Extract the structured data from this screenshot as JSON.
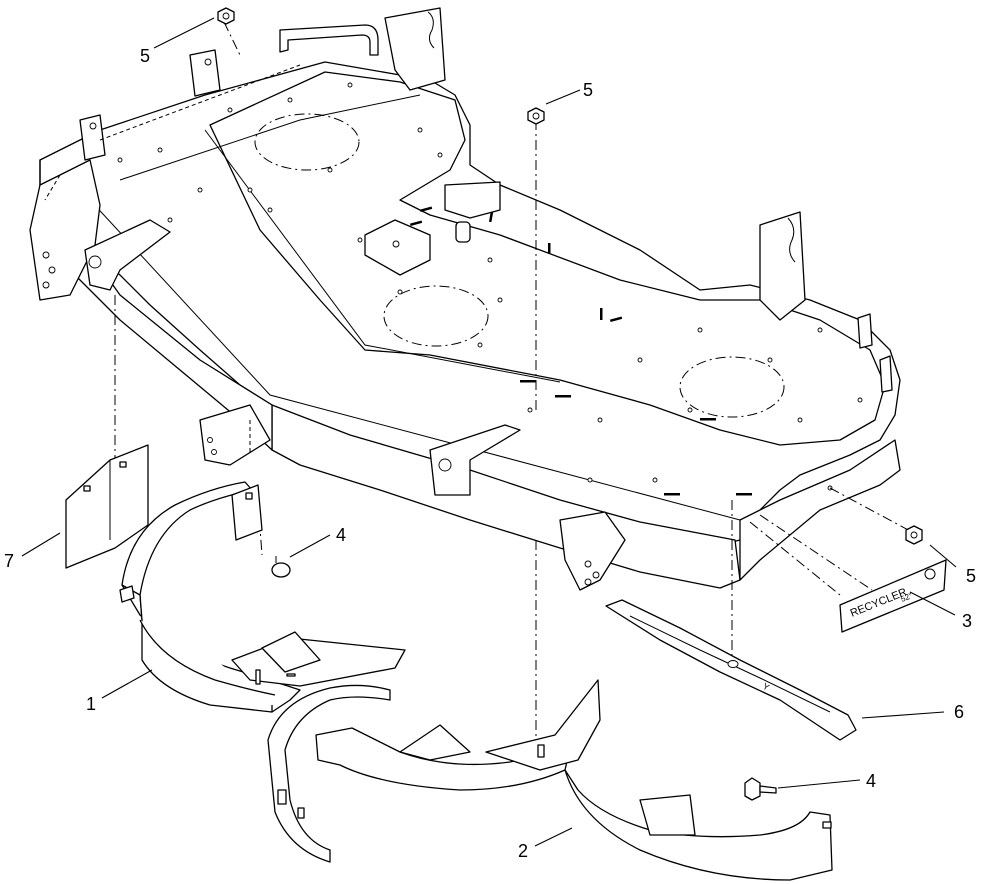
{
  "callouts": {
    "c1": "1",
    "c2": "2",
    "c3": "3",
    "c4a": "4",
    "c4b": "4",
    "c5a": "5",
    "c5b": "5",
    "c5c": "5",
    "c6": "6",
    "c7": "7"
  },
  "decal": {
    "brand": "RECYCLER",
    "size": "52\""
  },
  "blade_mark": "Y",
  "colors": {
    "line": "#000000",
    "background": "#ffffff"
  }
}
